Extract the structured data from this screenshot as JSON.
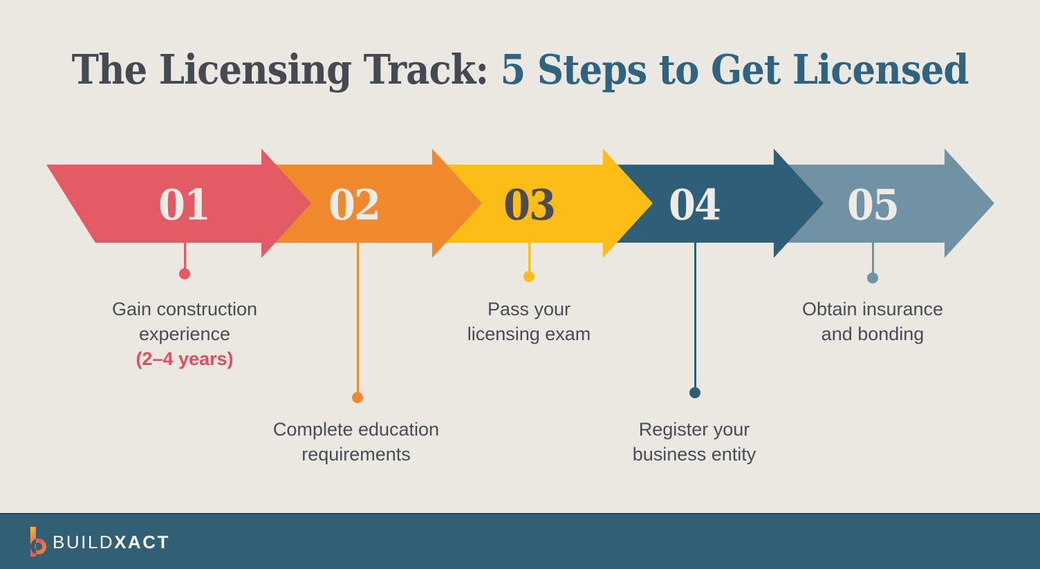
{
  "title": {
    "part1": "The Licensing Track:",
    "part2": "5 Steps to Get Licensed",
    "part1_color": "#454A52",
    "part2_color": "#2F6480"
  },
  "steps": [
    {
      "number": "01",
      "arrow_color": "#E25A63",
      "number_color": "#EDEBE6",
      "label_lines": [
        "Gain construction",
        "experience"
      ],
      "accent_line": "(2–4 years)",
      "accent_color": "#E14D5C"
    },
    {
      "number": "02",
      "arrow_color": "#F0892D",
      "number_color": "#EDEBE6",
      "label_lines": [
        "Complete education",
        "requirements"
      ]
    },
    {
      "number": "03",
      "arrow_color": "#FBBD16",
      "number_color": "#474C55",
      "label_lines": [
        "Pass your",
        "licensing exam"
      ]
    },
    {
      "number": "04",
      "arrow_color": "#2F5F78",
      "number_color": "#EDEBE6",
      "label_lines": [
        "Register your",
        "business entity"
      ]
    },
    {
      "number": "05",
      "arrow_color": "#7092A4",
      "number_color": "#EDEBE6",
      "label_lines": [
        "Obtain insurance",
        "and bonding"
      ]
    }
  ],
  "caption_text_color": "#474C55",
  "background_color": "#EBE7E1",
  "footer": {
    "bar_color": "#305F76",
    "brand_prefix": "BUILD",
    "brand_suffix": "XACT",
    "logo_icon": "buildxact-b-logo",
    "logo_colors": [
      "#F9C41F",
      "#EA5560",
      "#F7941E"
    ]
  }
}
